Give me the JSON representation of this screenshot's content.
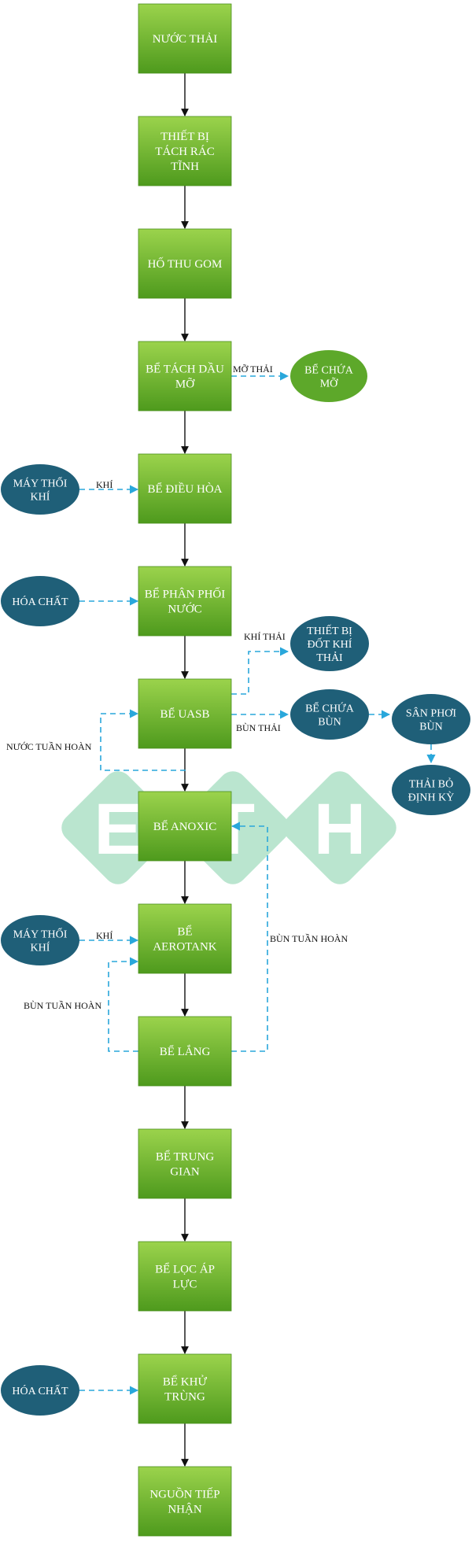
{
  "colors": {
    "box_top": "#9bd34c",
    "box_bottom": "#4e9a1d",
    "ellipse_teal": "#1f5f78",
    "ellipse_green": "#5da82a",
    "arrow_solid": "#111111",
    "arrow_dashed": "#29a7db",
    "watermark": "#5cc28e"
  },
  "watermark": {
    "letters": [
      "E",
      "T",
      "H"
    ]
  },
  "boxes": [
    {
      "id": "nuoc-thai",
      "lines": [
        "NƯỚC THẢI"
      ]
    },
    {
      "id": "thiet-bi-tach-rac-tinh",
      "lines": [
        "THIẾT BỊ",
        "TÁCH RÁC",
        "TĨNH"
      ]
    },
    {
      "id": "ho-thu-gom",
      "lines": [
        "HỐ THU GOM"
      ]
    },
    {
      "id": "be-tach-dau-mo",
      "lines": [
        "BỂ TÁCH DẦU",
        "MỠ"
      ]
    },
    {
      "id": "be-dieu-hoa",
      "lines": [
        "BỂ ĐIỀU HÒA"
      ]
    },
    {
      "id": "be-phan-phoi-nuoc",
      "lines": [
        "BỂ PHÂN PHỐI",
        "NƯỚC"
      ]
    },
    {
      "id": "be-uasb",
      "lines": [
        "BỂ UASB"
      ]
    },
    {
      "id": "be-anoxic",
      "lines": [
        "BỂ ANOXIC"
      ]
    },
    {
      "id": "be-aerotank",
      "lines": [
        "BỂ",
        "AEROTANK"
      ]
    },
    {
      "id": "be-lang",
      "lines": [
        "BỂ LẮNG"
      ]
    },
    {
      "id": "be-trung-gian",
      "lines": [
        "BỂ TRUNG",
        "GIAN"
      ]
    },
    {
      "id": "be-loc-ap-luc",
      "lines": [
        "BỂ LỌC ÁP",
        "LỰC"
      ]
    },
    {
      "id": "be-khu-trung",
      "lines": [
        "BỂ KHỬ",
        "TRÙNG"
      ]
    },
    {
      "id": "nguon-tiep-nhan",
      "lines": [
        "NGUỒN TIẾP",
        "NHẬN"
      ]
    }
  ],
  "ellipses": [
    {
      "id": "be-chua-mo",
      "lines": [
        "BỂ CHỨA",
        "MỠ"
      ],
      "style": "green"
    },
    {
      "id": "may-thoi-khi-1",
      "lines": [
        "MÁY THỔI",
        "KHÍ"
      ],
      "style": "teal"
    },
    {
      "id": "hoa-chat-1",
      "lines": [
        "HÓA CHẤT"
      ],
      "style": "teal"
    },
    {
      "id": "thiet-bi-dot-khi-thai",
      "lines": [
        "THIẾT BỊ",
        "ĐỐT KHÍ",
        "THẢI"
      ],
      "style": "teal"
    },
    {
      "id": "be-chua-bun",
      "lines": [
        "BỂ CHỨA",
        "BÙN"
      ],
      "style": "teal"
    },
    {
      "id": "san-phoi-bun",
      "lines": [
        "SÂN PHƠI",
        "BÙN"
      ],
      "style": "teal"
    },
    {
      "id": "thai-bo-dinh-ky",
      "lines": [
        "THẢI BỎ",
        "ĐỊNH KỲ"
      ],
      "style": "teal"
    },
    {
      "id": "may-thoi-khi-2",
      "lines": [
        "MÁY THỔI",
        "KHÍ"
      ],
      "style": "teal"
    },
    {
      "id": "hoa-chat-2",
      "lines": [
        "HÓA CHẤT"
      ],
      "style": "teal"
    }
  ],
  "labels": [
    {
      "id": "mo-thai",
      "text": "MỠ THẢI"
    },
    {
      "id": "khi-1",
      "text": "KHÍ"
    },
    {
      "id": "khi-thai",
      "text": "KHÍ THẢI"
    },
    {
      "id": "bun-thai",
      "text": "BÙN THẢI"
    },
    {
      "id": "nuoc-tuan-hoan",
      "text": "NƯỚC TUẦN HOÀN"
    },
    {
      "id": "khi-2",
      "text": "KHÍ"
    },
    {
      "id": "bun-tuan-hoan-left",
      "text": "BÙN TUẦN HOÀN"
    },
    {
      "id": "bun-tuan-hoan-right",
      "text": "BÙN TUẦN HOÀN"
    }
  ]
}
